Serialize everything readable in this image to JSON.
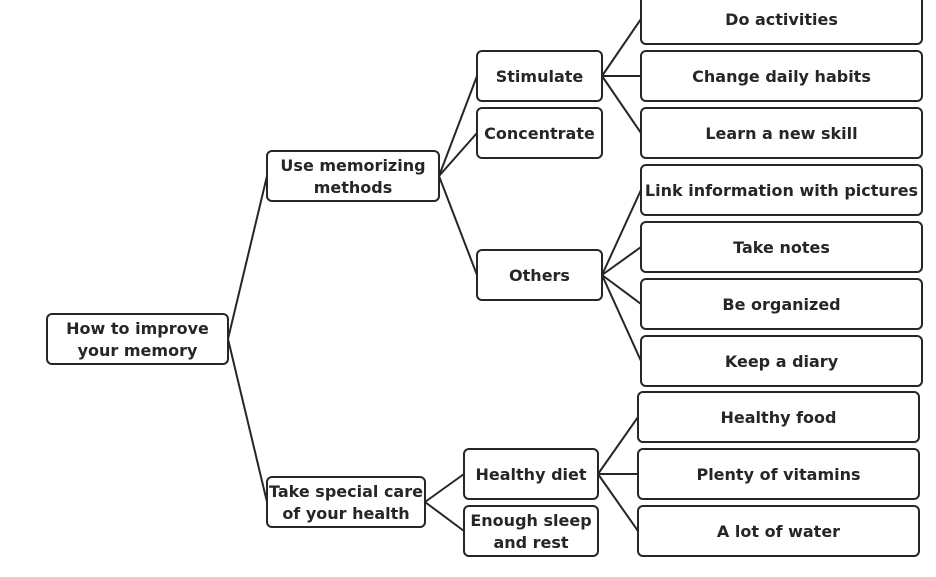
{
  "colors": {
    "stroke": "#262626",
    "fill": "#ffffff",
    "text": "#262626"
  },
  "nodes": [
    {
      "id": "root",
      "lines": [
        "How to improve",
        "your memory"
      ]
    },
    {
      "id": "use-memorizing-methods",
      "lines": [
        "Use memorizing",
        "methods"
      ]
    },
    {
      "id": "take-special-care",
      "lines": [
        "Take special care",
        "of your health"
      ]
    },
    {
      "id": "stimulate",
      "lines": [
        "Stimulate"
      ]
    },
    {
      "id": "concentrate",
      "lines": [
        "Concentrate"
      ]
    },
    {
      "id": "others",
      "lines": [
        "Others"
      ]
    },
    {
      "id": "do-activities",
      "lines": [
        "Do activities"
      ]
    },
    {
      "id": "change-daily-habits",
      "lines": [
        "Change daily habits"
      ]
    },
    {
      "id": "learn-a-new-skill",
      "lines": [
        "Learn a new skill"
      ]
    },
    {
      "id": "link-information",
      "lines": [
        "Link information with pictures"
      ]
    },
    {
      "id": "take-notes",
      "lines": [
        "Take notes"
      ]
    },
    {
      "id": "be-organized",
      "lines": [
        "Be organized"
      ]
    },
    {
      "id": "keep-a-diary",
      "lines": [
        "Keep a diary"
      ]
    },
    {
      "id": "healthy-diet",
      "lines": [
        "Healthy diet"
      ]
    },
    {
      "id": "enough-sleep",
      "lines": [
        "Enough sleep",
        "and rest"
      ]
    },
    {
      "id": "healthy-food",
      "lines": [
        "Healthy food"
      ]
    },
    {
      "id": "plenty-of-vitamins",
      "lines": [
        "Plenty of vitamins"
      ]
    },
    {
      "id": "a-lot-of-water",
      "lines": [
        "A lot of water"
      ]
    }
  ],
  "edges": [
    [
      "root",
      "use-memorizing-methods"
    ],
    [
      "root",
      "take-special-care"
    ],
    [
      "use-memorizing-methods",
      "stimulate"
    ],
    [
      "use-memorizing-methods",
      "concentrate"
    ],
    [
      "use-memorizing-methods",
      "others"
    ],
    [
      "stimulate",
      "do-activities"
    ],
    [
      "stimulate",
      "change-daily-habits"
    ],
    [
      "stimulate",
      "learn-a-new-skill"
    ],
    [
      "others",
      "link-information"
    ],
    [
      "others",
      "take-notes"
    ],
    [
      "others",
      "be-organized"
    ],
    [
      "others",
      "keep-a-diary"
    ],
    [
      "take-special-care",
      "healthy-diet"
    ],
    [
      "take-special-care",
      "enough-sleep"
    ],
    [
      "healthy-diet",
      "healthy-food"
    ],
    [
      "healthy-diet",
      "plenty-of-vitamins"
    ],
    [
      "healthy-diet",
      "a-lot-of-water"
    ]
  ]
}
